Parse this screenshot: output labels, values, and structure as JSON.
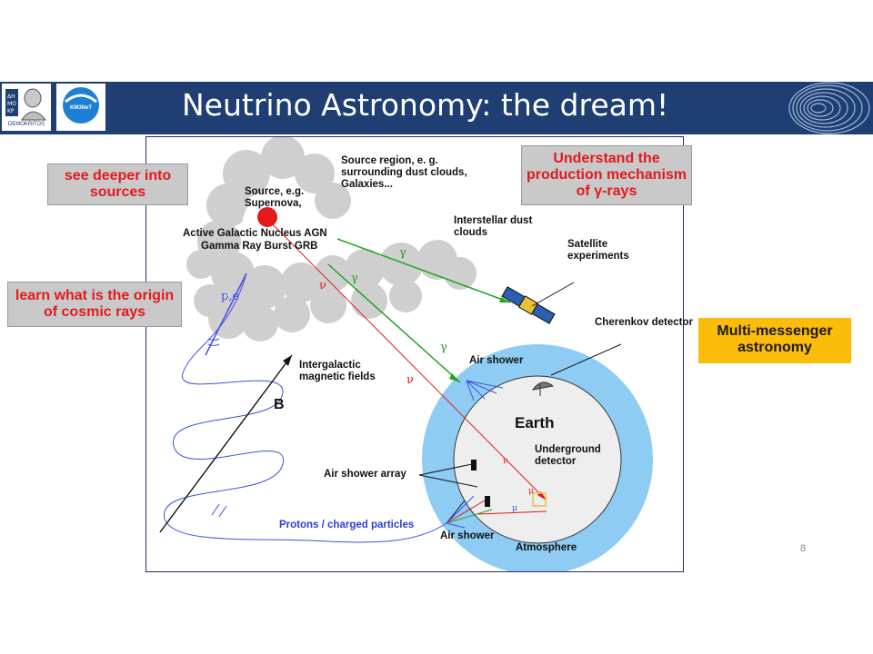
{
  "slide": {
    "title": "Neutrino Astronomy: the dream!",
    "page_number": "8"
  },
  "logos": {
    "logo1_text": "DEMOKRITOS",
    "logo2_text": "KM3NeT"
  },
  "callouts": {
    "deeper": "see deeper into sources",
    "origin": "learn what is the origin of cosmic rays",
    "understand": "Understand the production mechanism of γ-rays",
    "multi": "Multi-messenger astronomy"
  },
  "diagram": {
    "source": "Source, e.g. Supernova,",
    "source_region": "Source region, e. g. surrounding dust clouds, Galaxies...",
    "agn": "Active Galactic Nucleus AGN",
    "grb": "Gamma Ray Burst GRB",
    "interstellar": "Interstellar dust clouds",
    "satellite": "Satellite experiments",
    "cherenkov": "Cherenkov detector",
    "air_shower_top": "Air shower",
    "intergalactic": "Intergalactic magnetic fields",
    "b_field": "B",
    "earth": "Earth",
    "underground": "Underground detector",
    "air_shower_array": "Air shower array",
    "protons": "Protons / charged particles",
    "air_shower_bottom": "Air shower",
    "atmosphere": "Atmosphere",
    "pe": "p,e",
    "gamma": "γ",
    "nu": "ν",
    "mu": "μ"
  },
  "colors": {
    "title_bar": "#1f3f74",
    "callout_red_text": "#e3191b",
    "callout_red_bg": "#c9c9c9",
    "callout_yellow_bg": "#fbbd09",
    "atmosphere": "#8fccf4",
    "earth": "#eeeeee",
    "source": "#e3191b",
    "gamma_line": "#1fa61f",
    "nu_line": "#e3191b",
    "cosmic_ray_line": "#3f4fe0"
  }
}
